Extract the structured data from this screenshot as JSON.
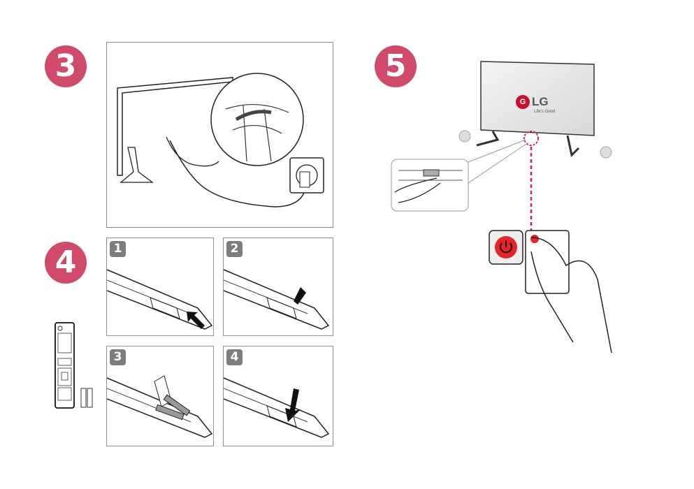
{
  "steps": {
    "step3": "3",
    "step4": "4",
    "step5": "5"
  },
  "battery_steps": [
    "1",
    "2",
    "3",
    "4"
  ],
  "tv_screen": {
    "brand": "LG",
    "logo_glyph": "G",
    "tagline": "Life's Good"
  },
  "colors": {
    "step_badge": "#d04a6a",
    "power_button": "#e8232a",
    "guide_line": "#d0205a"
  }
}
